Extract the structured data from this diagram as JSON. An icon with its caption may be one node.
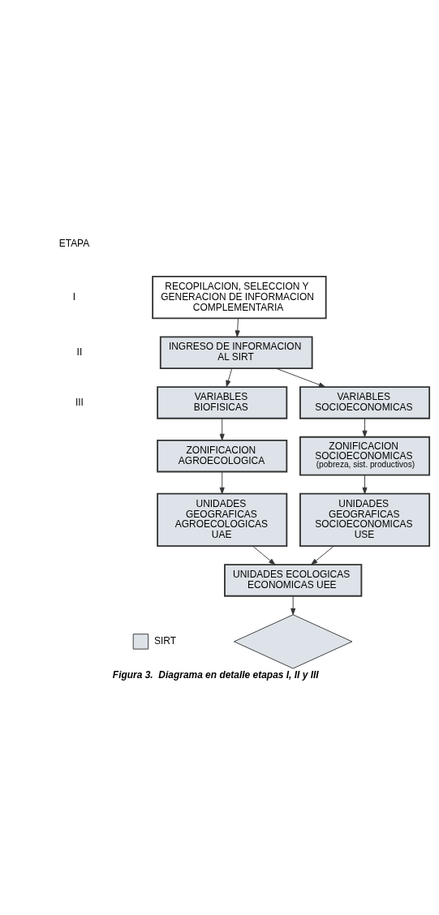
{
  "diagram": {
    "caption": "Figura 3.  Diagrama en detalle etapas I, II y III",
    "nodes": [
      {
        "text": [
          "RECOPILACION, SELECCION Y GENERACION DE INFORMACION COMPLEMENTARIA"
        ]
      },
      {
        "text": [
          "INGRESO DE INFORMACION AL SIRT"
        ]
      },
      {
        "text": [
          "VARIABLES BIOFISICAS"
        ]
      },
      {
        "text": [
          "VARIABLES SOCIOECONOMICAS"
        ]
      },
      {
        "text": [
          "ZONIFICACION AGROECOLOGICA"
        ]
      },
      {
        "text": [
          "ZONIFICACION SOCIOECONOMICAS",
          "(pobreza, sist. productivos)"
        ]
      },
      {
        "text": [
          "UNIDADES GEOGRAFICAS AGROECOLOGICAS UAE"
        ]
      },
      {
        "text": [
          "UNIDADES GEOGRAFICAS SOCIOECONOMICAS USE"
        ]
      },
      {
        "text": [
          "UNIDADES ECOLOGICAS ECONOMICAS UEE"
        ]
      },
      {
        "text": [],
        "shape": "diamond"
      }
    ],
    "edges": [
      {
        "from": 0,
        "to": 1,
        "arrow": "to"
      },
      {
        "from": 1,
        "to": 2,
        "arrow": "to"
      },
      {
        "from": 1,
        "to": 3,
        "arrow": "to"
      },
      {
        "from": 2,
        "to": 4,
        "arrow": "to"
      },
      {
        "from": 3,
        "to": 5,
        "arrow": "to"
      },
      {
        "from": 4,
        "to": 6,
        "arrow": "to"
      },
      {
        "from": 5,
        "to": 7,
        "arrow": "to"
      },
      {
        "from": 6,
        "to": 8,
        "arrow": "to"
      },
      {
        "from": 7,
        "to": 8,
        "arrow": "to"
      },
      {
        "from": 8,
        "to": 9,
        "arrow": "to"
      }
    ],
    "labels": [
      "ETAPA",
      "I",
      "II",
      "III"
    ],
    "legend": [
      {
        "text": "SIRT",
        "color": "#dde3e8"
      }
    ]
  }
}
